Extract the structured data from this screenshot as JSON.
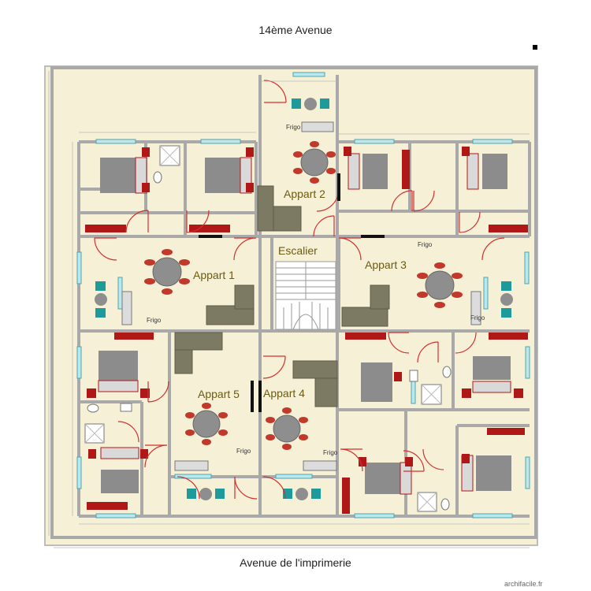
{
  "streets": {
    "top": "14ème Avenue",
    "bottom": "Avenue de l'imprimerie"
  },
  "watermark": "archifacile.fr",
  "rooms": {
    "appart1": "Appart 1",
    "appart2": "Appart 2",
    "appart3": "Appart 3",
    "appart4": "Appart 4",
    "appart5": "Appart 5",
    "stairs": "Escalier"
  },
  "fridge_label": "Frigo",
  "colors": {
    "floor": "#f6f1d6",
    "wall": "#a9a9a9",
    "bed": "#8c8c8c",
    "red": "#b01818",
    "sofa": "#7d7a63",
    "teal": "#1f9a9a",
    "table": "#8e8e8e",
    "door": "#d23030"
  }
}
